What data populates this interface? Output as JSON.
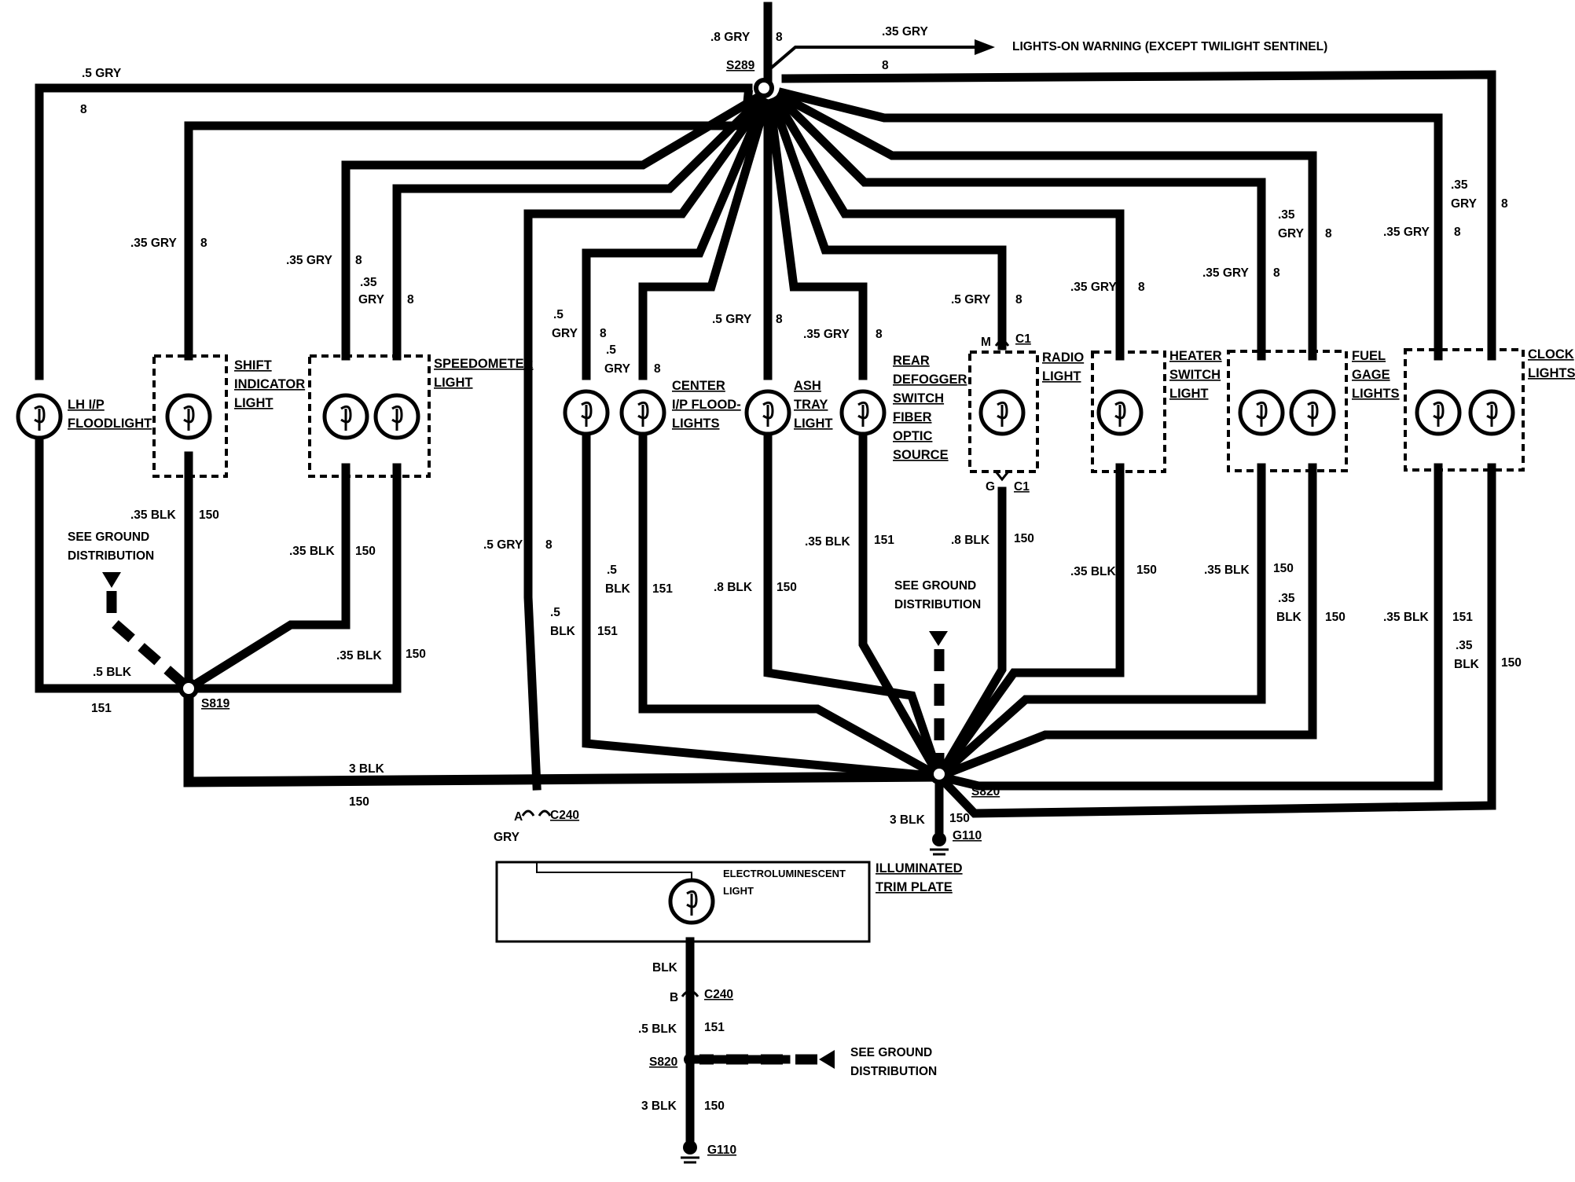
{
  "source": {
    "wire": ".8 GRY",
    "circuit": "8"
  },
  "splices": {
    "top": "S289",
    "left": "S819",
    "right": "S820",
    "bottom": "S820"
  },
  "lights_on": {
    "wire": ".35 GRY",
    "circuit": "8",
    "label": "LIGHTS-ON WARNING (EXCEPT TWILIGHT SENTINEL)"
  },
  "outer_loop": {
    "wire": ".5 GRY",
    "circuit": "8"
  },
  "components": {
    "lh_floodlight": [
      "LH I/P",
      "FLOODLIGHT"
    ],
    "shift_indicator": [
      "SHIFT",
      "INDICATOR",
      "LIGHT"
    ],
    "speedometer": [
      "SPEEDOMETER",
      "LIGHT"
    ],
    "center_flood": [
      "CENTER",
      "I/P FLOOD-",
      "LIGHTS"
    ],
    "ash_tray": [
      "ASH",
      "TRAY",
      "LIGHT"
    ],
    "rear_defogger": [
      "REAR",
      "DEFOGGER",
      "SWITCH",
      "FIBER",
      "OPTIC",
      "SOURCE"
    ],
    "radio": [
      "RADIO",
      "LIGHT"
    ],
    "heater_switch": [
      "HEATER",
      "SWITCH",
      "LIGHT"
    ],
    "fuel_gage": [
      "FUEL",
      "GAGE",
      "LIGHTS"
    ],
    "clock": [
      "CLOCK",
      "LIGHTS"
    ],
    "trim_plate": [
      "ILLUMINATED",
      "TRIM PLATE"
    ],
    "electroluminescent": [
      "ELECTROLUMINESCENT",
      "LIGHT"
    ]
  },
  "feed_labels": {
    "shift": {
      "wire": ".35 GRY",
      "circuit": "8"
    },
    "speedo_a": {
      "wire": ".35 GRY",
      "circuit": "8"
    },
    "speedo_b": {
      "wire1": ".35",
      "wire2": "GRY",
      "circuit": "8"
    },
    "trim": {
      "wire": ".5 GRY",
      "circuit": "8"
    },
    "center_a": {
      "wire1": ".5",
      "wire2": "GRY",
      "circuit": "8"
    },
    "center_b": {
      "wire1": ".5",
      "wire2": "GRY",
      "circuit": "8"
    },
    "ash": {
      "wire": ".5 GRY",
      "circuit": "8"
    },
    "defog": {
      "wire": ".35 GRY",
      "circuit": "8"
    },
    "radio": {
      "wire": ".5 GRY",
      "circuit": "8"
    },
    "heater": {
      "wire": ".35 GRY",
      "circuit": "8"
    },
    "fuel_a": {
      "wire": ".35 GRY",
      "circuit": "8"
    },
    "fuel_b": {
      "wire1": ".35",
      "wire2": "GRY",
      "circuit": "8"
    },
    "clock_a": {
      "wire": ".35 GRY",
      "circuit": "8"
    },
    "clock_b": {
      "wire1": ".35",
      "wire2": "GRY",
      "circuit": "8"
    }
  },
  "ground_labels": {
    "lh": {
      "wire": ".5 BLK",
      "circuit": "151"
    },
    "shift": {
      "wire": ".35 BLK",
      "circuit": "150"
    },
    "speedo_a": {
      "wire": ".35 BLK",
      "circuit": "150"
    },
    "speedo_b": {
      "wire": ".35 BLK",
      "circuit": "150"
    },
    "s819_out": {
      "wire": "3 BLK",
      "circuit": "150"
    },
    "center_a": {
      "wire1": ".5",
      "wire2": "BLK",
      "circuit": "151"
    },
    "center_b": {
      "wire1": ".5",
      "wire2": "BLK",
      "circuit": "151"
    },
    "ash": {
      "wire": ".8 BLK",
      "circuit": "150"
    },
    "defog": {
      "wire": ".35 BLK",
      "circuit": "151"
    },
    "radio": {
      "wire": ".8 BLK",
      "circuit": "150"
    },
    "heater": {
      "wire": ".35 BLK",
      "circuit": "150"
    },
    "fuel_a": {
      "wire": ".35 BLK",
      "circuit": "150"
    },
    "fuel_b": {
      "wire1": ".35",
      "wire2": "BLK",
      "circuit": "150"
    },
    "clock_a": {
      "wire": ".35 BLK",
      "circuit": "151"
    },
    "clock_b": {
      "wire1": ".35",
      "wire2": "BLK",
      "circuit": "150"
    },
    "s820_out": {
      "wire": "3 BLK",
      "circuit": "150"
    }
  },
  "see_ground": [
    "SEE GROUND",
    "DISTRIBUTION"
  ],
  "connectors": {
    "radio_top": {
      "pin": "M",
      "name": "C1"
    },
    "radio_bottom": {
      "pin": "G",
      "name": "C1"
    },
    "c240_top": {
      "pin": "A",
      "name": "C240"
    },
    "c240_bottom": {
      "pin": "B",
      "name": "C240"
    },
    "c240_color": "GRY"
  },
  "grounds": {
    "g110": "G110"
  },
  "trim_ground": {
    "blk": "BLK",
    "wire": ".5 BLK",
    "circuit": "151",
    "wire2": "3 BLK",
    "circuit2": "150"
  }
}
